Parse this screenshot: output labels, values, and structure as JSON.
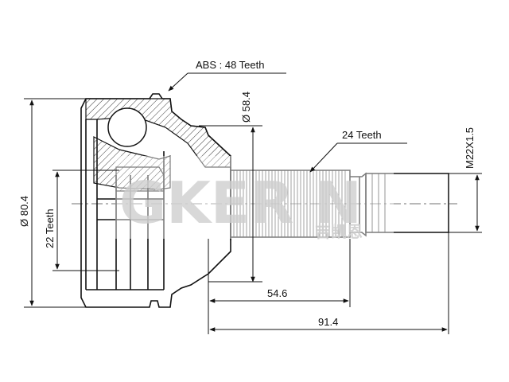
{
  "drawing": {
    "labels": {
      "abs_teeth": "ABS : 48 Teeth",
      "outer_diameter": "Ø 80.4",
      "inner_teeth": "22 Teeth",
      "housing_diameter": "Ø 58.4",
      "spline_teeth": "24 Teeth",
      "thread": "M22X1.5",
      "length_short": "54.6",
      "length_total": "91.4"
    },
    "watermark": {
      "brand": "GKER N",
      "sub": "吉凯恩"
    }
  }
}
